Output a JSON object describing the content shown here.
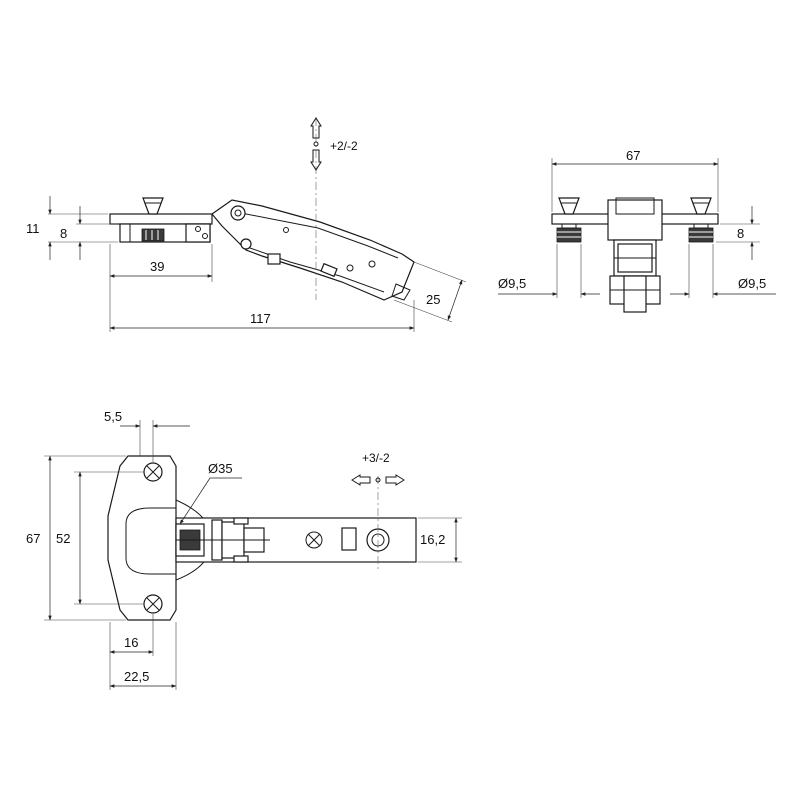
{
  "side_view": {
    "dim_height_total": "11",
    "dim_height_plate": "8",
    "dim_length_39": "39",
    "dim_length_117": "117",
    "dim_arm_25": "25",
    "adjust_vertical": "+2/-2"
  },
  "front_view": {
    "dim_width_67": "67",
    "dim_height_8": "8",
    "dim_dowel_left": "Ø9,5",
    "dim_dowel_right": "Ø9,5"
  },
  "top_view": {
    "dim_offset_5_5": "5,5",
    "dim_cup": "Ø35",
    "adjust_horizontal": "+3/-2",
    "dim_height_67": "67",
    "dim_height_52": "52",
    "dim_width_16_2": "16,2",
    "dim_width_16": "16",
    "dim_width_22_5": "22,5"
  }
}
